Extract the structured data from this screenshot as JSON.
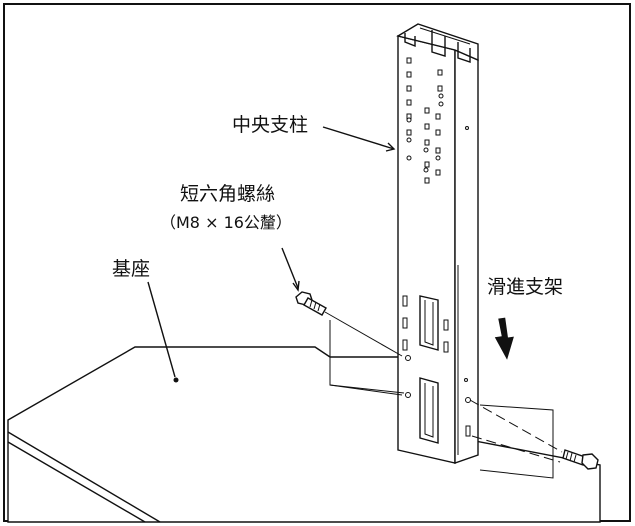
{
  "labels": {
    "center_column": "中央支柱",
    "hex_bolt_line1": "短六角螺絲",
    "hex_bolt_line2": "（M8 × 16公釐）",
    "base": "基座",
    "slide_bracket": "滑進支架"
  },
  "colors": {
    "line": "#111111",
    "background": "#ffffff"
  },
  "icons": {
    "direction_arrow": "arrow-down-icon"
  }
}
